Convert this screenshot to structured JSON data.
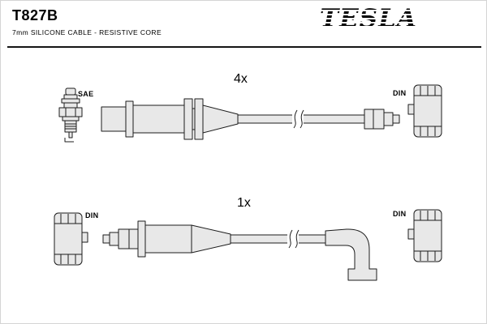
{
  "header": {
    "part_number": "T827B",
    "subtitle": "7mm SILICONE CABLE - RESISTIVE CORE",
    "brand": "TESLA"
  },
  "diagram": {
    "rows": [
      {
        "quantity": "4x",
        "left_label": "SAE",
        "right_label": "DIN"
      },
      {
        "quantity": "1x",
        "left_label": "DIN",
        "right_label": "DIN"
      }
    ]
  },
  "icons": {
    "spark_plug": "spark-plug-icon",
    "din_connector": "din-connector-icon",
    "cable_break": "cable-break-symbol"
  },
  "colors": {
    "background": "#ffffff",
    "line": "#1c1c1c",
    "part_fill": "#e8e8e8",
    "text": "#111111"
  }
}
